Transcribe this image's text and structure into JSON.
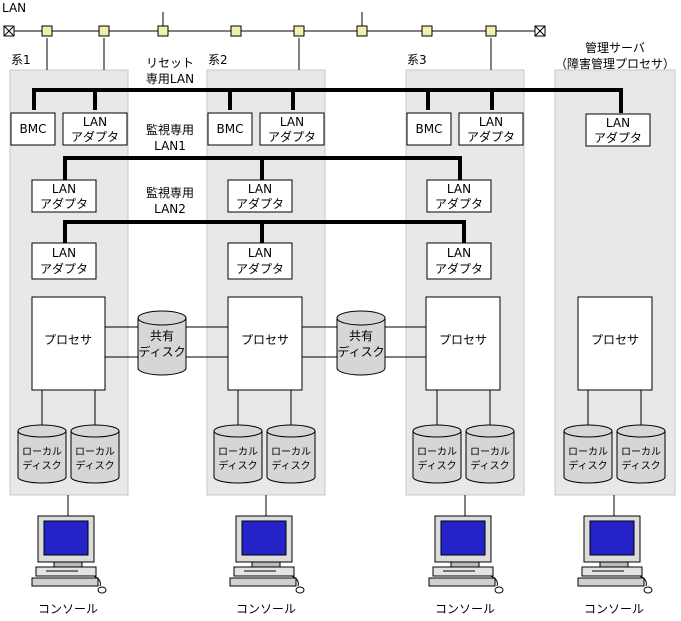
{
  "lan": {
    "label": "LAN"
  },
  "systems": [
    {
      "label": "系1"
    },
    {
      "label": "系2"
    },
    {
      "label": "系3"
    }
  ],
  "manager": {
    "label_line1": "管理サーバ",
    "label_line2": "（障害管理プロセサ）"
  },
  "networks": {
    "reset": {
      "line1": "リセット",
      "line2": "専用LAN"
    },
    "mon1": {
      "line1": "監視専用",
      "line2": "LAN1"
    },
    "mon2": {
      "line1": "監視専用",
      "line2": "LAN2"
    }
  },
  "components": {
    "bmc": "BMC",
    "adapter_line1": "LAN",
    "adapter_line2": "アダプタ",
    "processor": "プロセサ",
    "shared_disk_line1": "共有",
    "shared_disk_line2": "ディスク",
    "local_disk_line1": "ローカル",
    "local_disk_line2": "ディスク",
    "console": "コンソール"
  },
  "colors": {
    "panel_fill": "#e8e8e8",
    "panel_stroke": "#c8c8c8",
    "node_fill": "#f0f0a8",
    "disk_fill": "#d6d6d6",
    "monitor_screen": "#2323c8"
  }
}
